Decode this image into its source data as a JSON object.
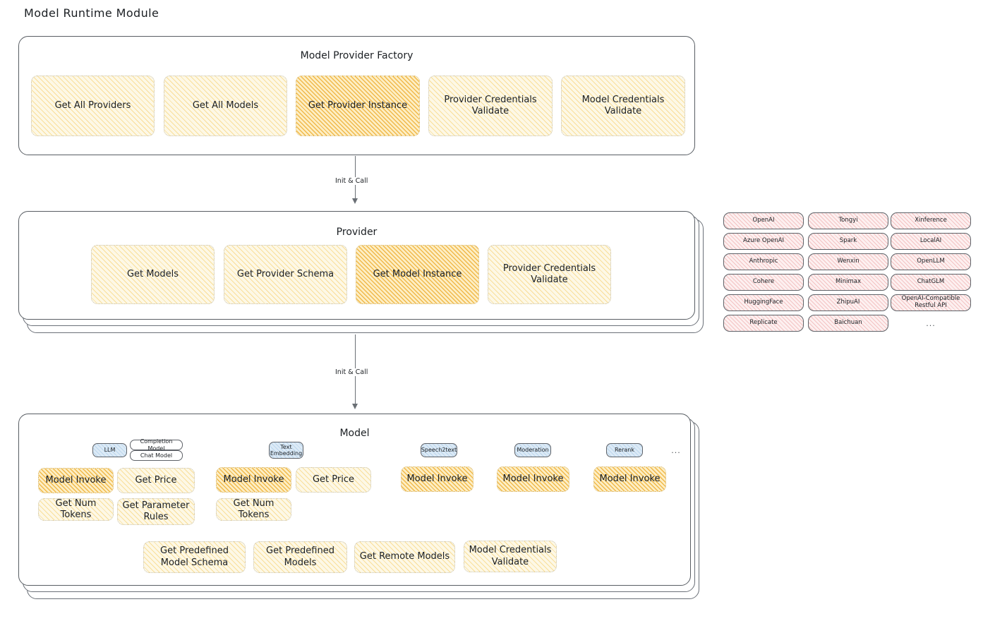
{
  "page": {
    "title": "Model Runtime Module"
  },
  "factory": {
    "title": "Model Provider Factory",
    "nodes": [
      {
        "label": "Get All Providers",
        "highlight": false
      },
      {
        "label": "Get All Models",
        "highlight": false
      },
      {
        "label": "Get Provider Instance",
        "highlight": true
      },
      {
        "label": "Provider Credentials Validate",
        "highlight": false
      },
      {
        "label": "Model Credentials Validate",
        "highlight": false
      }
    ]
  },
  "arrows": [
    {
      "label": "Init & Call"
    },
    {
      "label": "Init & Call"
    }
  ],
  "provider": {
    "title": "Provider",
    "nodes": [
      {
        "label": "Get Models",
        "highlight": false
      },
      {
        "label": "Get Provider Schema",
        "highlight": false
      },
      {
        "label": "Get Model Instance",
        "highlight": true
      },
      {
        "label": "Provider Credentials Validate",
        "highlight": false
      }
    ]
  },
  "provider_list": {
    "columns": [
      {
        "items": [
          "OpenAI",
          "Azure OpenAI",
          "Anthropic",
          "Cohere",
          "HuggingFace",
          "Replicate"
        ]
      },
      {
        "items": [
          "Tongyi",
          "Spark",
          "Wenxin",
          "Minimax",
          "ZhipuAI",
          "Baichuan"
        ]
      },
      {
        "items": [
          "Xinference",
          "LocalAI",
          "OpenLLM",
          "ChatGLM",
          "OpenAI-Compatible Restful API"
        ]
      }
    ],
    "more": "..."
  },
  "model": {
    "title": "Model",
    "more": "...",
    "types": [
      {
        "badge": "LLM",
        "tags": [
          "Completion Model",
          "Chat Model"
        ],
        "methods": [
          {
            "label": "Model Invoke",
            "highlight": true
          },
          {
            "label": "Get Price",
            "highlight": false
          },
          {
            "label": "Get Num Tokens",
            "highlight": false
          },
          {
            "label": "Get Parameter Rules",
            "highlight": false
          }
        ]
      },
      {
        "badge": "Text Embedding",
        "tags": [],
        "methods": [
          {
            "label": "Model Invoke",
            "highlight": true
          },
          {
            "label": "Get Price",
            "highlight": false
          },
          {
            "label": "Get Num Tokens",
            "highlight": false
          }
        ]
      },
      {
        "badge": "Speech2text",
        "tags": [],
        "methods": [
          {
            "label": "Model Invoke",
            "highlight": true
          }
        ]
      },
      {
        "badge": "Moderation",
        "tags": [],
        "methods": [
          {
            "label": "Model Invoke",
            "highlight": true
          }
        ]
      },
      {
        "badge": "Rerank",
        "tags": [],
        "methods": [
          {
            "label": "Model Invoke",
            "highlight": true
          }
        ]
      }
    ],
    "shared_methods": [
      {
        "label": "Get Predefined Model Schema"
      },
      {
        "label": "Get Predefined Models"
      },
      {
        "label": "Get Remote Models"
      },
      {
        "label": "Model Credentials Validate"
      }
    ]
  },
  "colors": {
    "cream_fill": "#fdf8e6",
    "cream_stroke": "#f5c85a",
    "amber_fill": "#fdeec4",
    "amber_stroke": "#eeb036",
    "pink_fill": "#fdf0f0",
    "pink_stroke": "#e99696",
    "blue_fill": "#dceaf6",
    "blue_stroke": "#96bee1",
    "panel_border": "#585d63",
    "text": "#1b1f23"
  }
}
